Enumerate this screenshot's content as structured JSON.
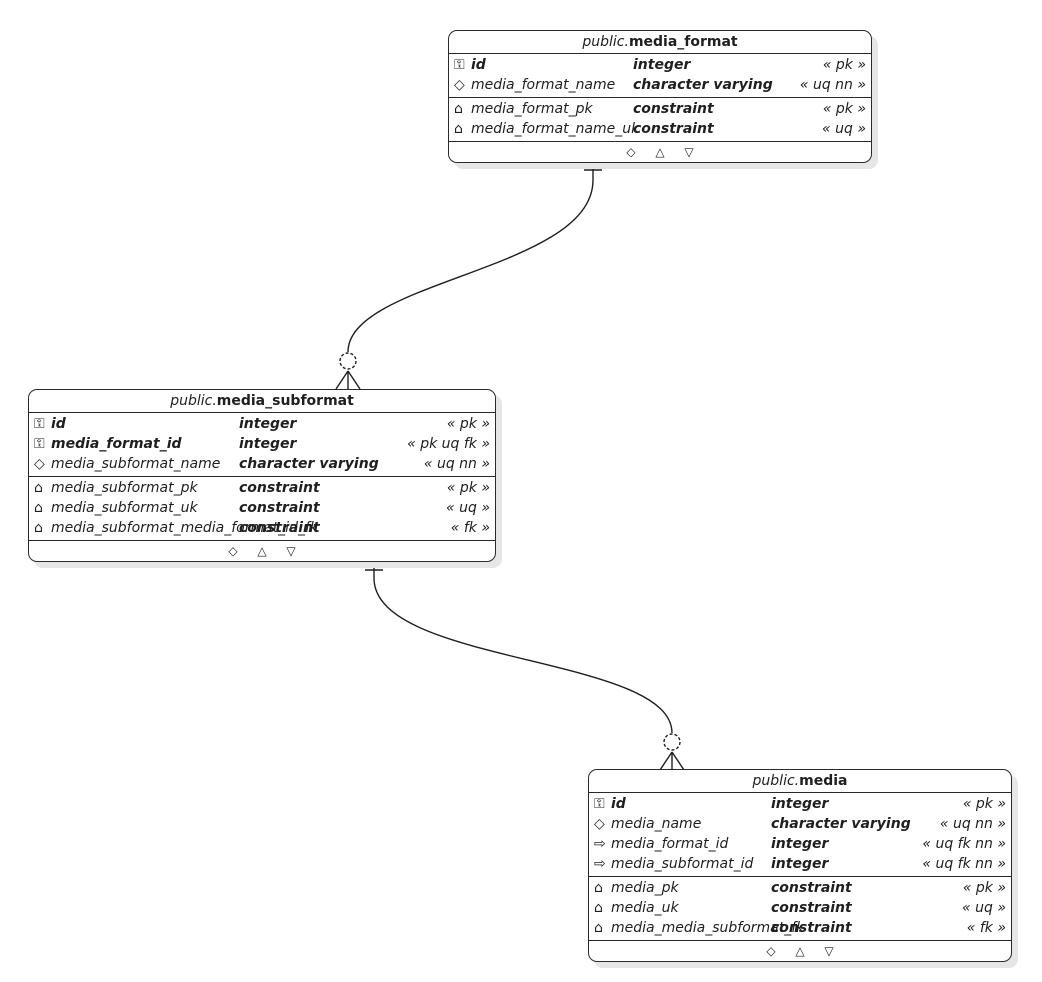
{
  "tables": [
    {
      "id": "media_format",
      "schema": "public.",
      "name": "media_format",
      "columns": [
        {
          "icon": "key-icon",
          "glyph": "⚿",
          "name": "id",
          "type": "integer",
          "flags": "« pk »",
          "key": true
        },
        {
          "icon": "diamond-icon",
          "glyph": "◇",
          "name": "media_format_name",
          "type": "character varying",
          "flags": "« uq nn »",
          "key": false
        }
      ],
      "constraints": [
        {
          "icon": "constraint-icon",
          "glyph": "⌂",
          "name": "media_format_pk",
          "type": "constraint",
          "flags": "« pk »"
        },
        {
          "icon": "constraint-icon",
          "glyph": "⌂",
          "name": "media_format_name_uk",
          "type": "constraint",
          "flags": "« uq »"
        }
      ],
      "footer": "◇ △ ▽"
    },
    {
      "id": "media_subformat",
      "schema": "public.",
      "name": "media_subformat",
      "columns": [
        {
          "icon": "key-icon",
          "glyph": "⚿",
          "name": "id",
          "type": "integer",
          "flags": "« pk »",
          "key": true
        },
        {
          "icon": "key-icon",
          "glyph": "⚿",
          "name": "media_format_id",
          "type": "integer",
          "flags": "« pk uq fk »",
          "key": true
        },
        {
          "icon": "diamond-icon",
          "glyph": "◇",
          "name": "media_subformat_name",
          "type": "character varying",
          "flags": "« uq nn »",
          "key": false
        }
      ],
      "constraints": [
        {
          "icon": "constraint-icon",
          "glyph": "⌂",
          "name": "media_subformat_pk",
          "type": "constraint",
          "flags": "« pk »"
        },
        {
          "icon": "constraint-icon",
          "glyph": "⌂",
          "name": "media_subformat_uk",
          "type": "constraint",
          "flags": "« uq »"
        },
        {
          "icon": "constraint-icon",
          "glyph": "⌂",
          "name": "media_subformat_media_format_id_fk",
          "type": "constraint",
          "flags": "« fk »"
        }
      ],
      "footer": "◇ △ ▽"
    },
    {
      "id": "media",
      "schema": "public.",
      "name": "media",
      "columns": [
        {
          "icon": "key-icon",
          "glyph": "⚿",
          "name": "id",
          "type": "integer",
          "flags": "« pk »",
          "key": true
        },
        {
          "icon": "diamond-icon",
          "glyph": "◇",
          "name": "media_name",
          "type": "character varying",
          "flags": "« uq nn »",
          "key": false
        },
        {
          "icon": "fk-arrow-icon",
          "glyph": "⇨",
          "name": "media_format_id",
          "type": "integer",
          "flags": "« uq fk nn »",
          "key": false
        },
        {
          "icon": "fk-arrow-icon",
          "glyph": "⇨",
          "name": "media_subformat_id",
          "type": "integer",
          "flags": "« uq fk nn »",
          "key": false
        }
      ],
      "constraints": [
        {
          "icon": "constraint-icon",
          "glyph": "⌂",
          "name": "media_pk",
          "type": "constraint",
          "flags": "« pk »"
        },
        {
          "icon": "constraint-icon",
          "glyph": "⌂",
          "name": "media_uk",
          "type": "constraint",
          "flags": "« uq »"
        },
        {
          "icon": "constraint-icon",
          "glyph": "⌂",
          "name": "media_media_subformat_fk",
          "type": "constraint",
          "flags": "« fk »"
        }
      ],
      "footer": "◇ △ ▽"
    }
  ],
  "relationships": [
    {
      "from": "media_format",
      "to": "media_subformat",
      "from_cardinality": "exactly-one",
      "to_cardinality": "zero-or-many"
    },
    {
      "from": "media_subformat",
      "to": "media",
      "from_cardinality": "exactly-one",
      "to_cardinality": "zero-or-many"
    }
  ]
}
